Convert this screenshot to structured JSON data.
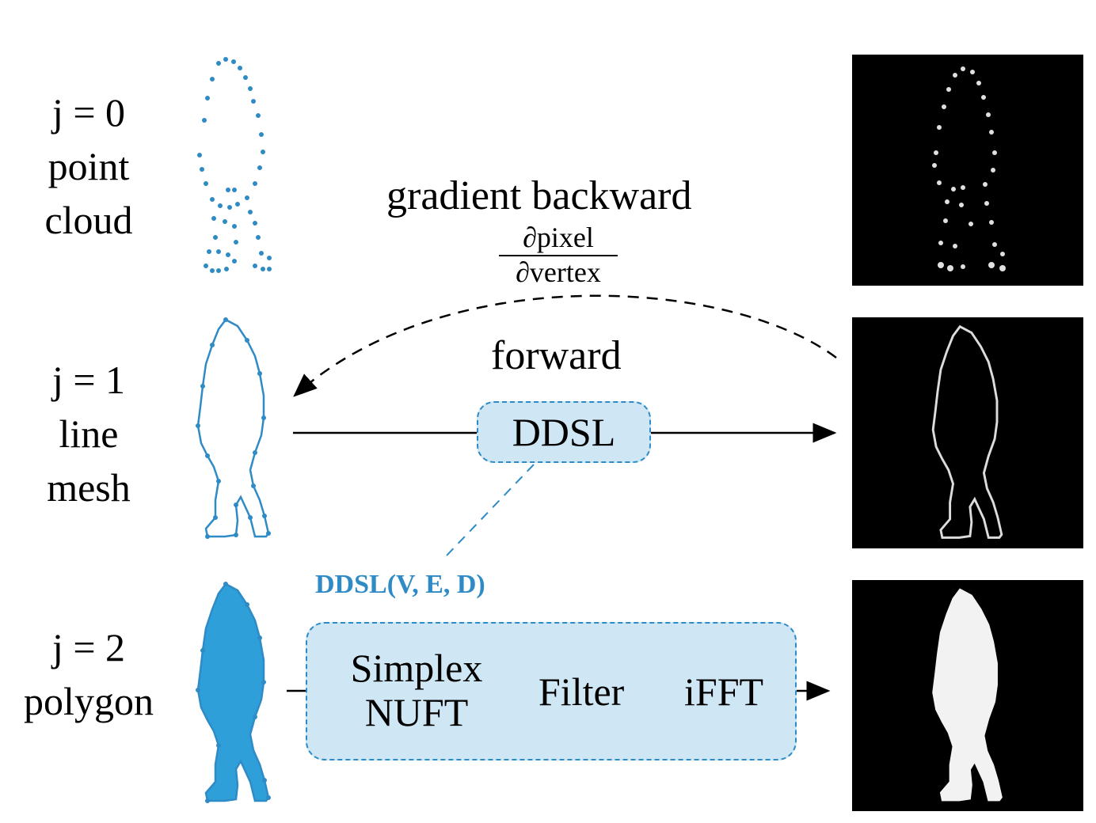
{
  "rows": [
    {
      "line1": "j = 0",
      "line2": "point",
      "line3": "cloud"
    },
    {
      "line1": "j = 1",
      "line2": "line",
      "line3": "mesh"
    },
    {
      "line1": "j = 2",
      "line2": "polygon"
    }
  ],
  "backward": {
    "label": "gradient backward",
    "numerator": "∂pixel",
    "denominator": "∂vertex"
  },
  "forward": {
    "label": "forward"
  },
  "ddsl_box": {
    "label": "DDSL"
  },
  "ddsl_signature": "DDSL(V, E, D)",
  "pipeline": {
    "step1_line1": "Simplex",
    "step1_line2": "NUFT",
    "step2": "Filter",
    "step3": "iFFT"
  },
  "colors": {
    "accent": "#2e8bc6",
    "box_fill": "#cfe7f4",
    "render_bg": "#000000"
  },
  "icons": [
    "point-cloud-silhouette",
    "line-mesh-silhouette",
    "polygon-silhouette",
    "rendered-image"
  ]
}
